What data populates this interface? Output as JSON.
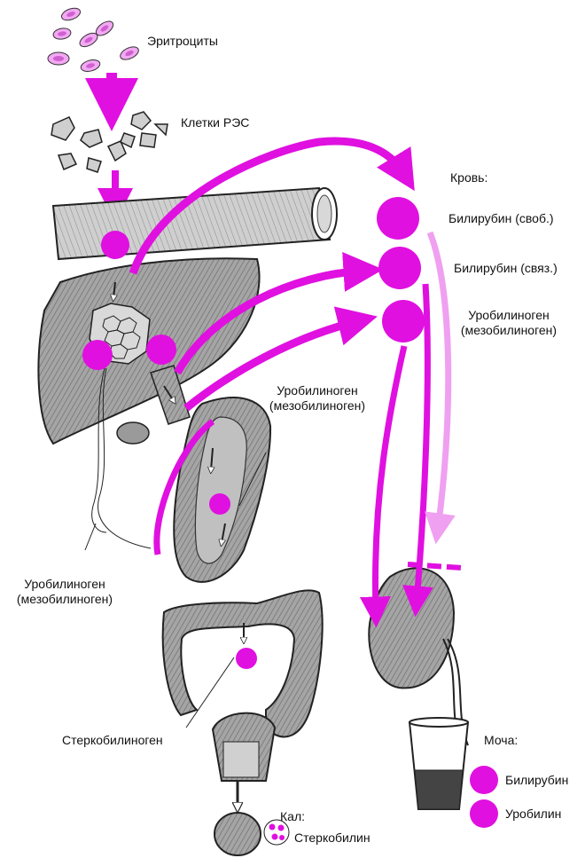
{
  "labels": {
    "erythrocytes": "Эритроциты",
    "res_cells": "Клетки РЭС",
    "blood": "Кровь:",
    "bilirubin_free": "Билирубин (своб.)",
    "bilirubin_bound": "Билирубин (связ.)",
    "urobilinogen_blood_1": "Уробилиноген",
    "urobilinogen_blood_2": "(мезобилиноген)",
    "urobilinogen_intestine_1": "Уробилиноген",
    "urobilinogen_intestine_2": "(мезобилиноген)",
    "urobilinogen_portal_1": "Уробилиноген",
    "urobilinogen_portal_2": "(мезобилиноген)",
    "stercobilinogen": "Стеркобилиноген",
    "urine": "Моча:",
    "urine_bilirubin": "Билирубин",
    "urine_urobilin": "Уробилин",
    "feces": "Кал:",
    "stercobilin": "Стеркобилин"
  },
  "colors": {
    "magenta": "#e010e0",
    "magenta_light": "#f0a0f0",
    "organ_fill": "#9a9a9a",
    "organ_dark": "#555555",
    "outline": "#222222"
  }
}
